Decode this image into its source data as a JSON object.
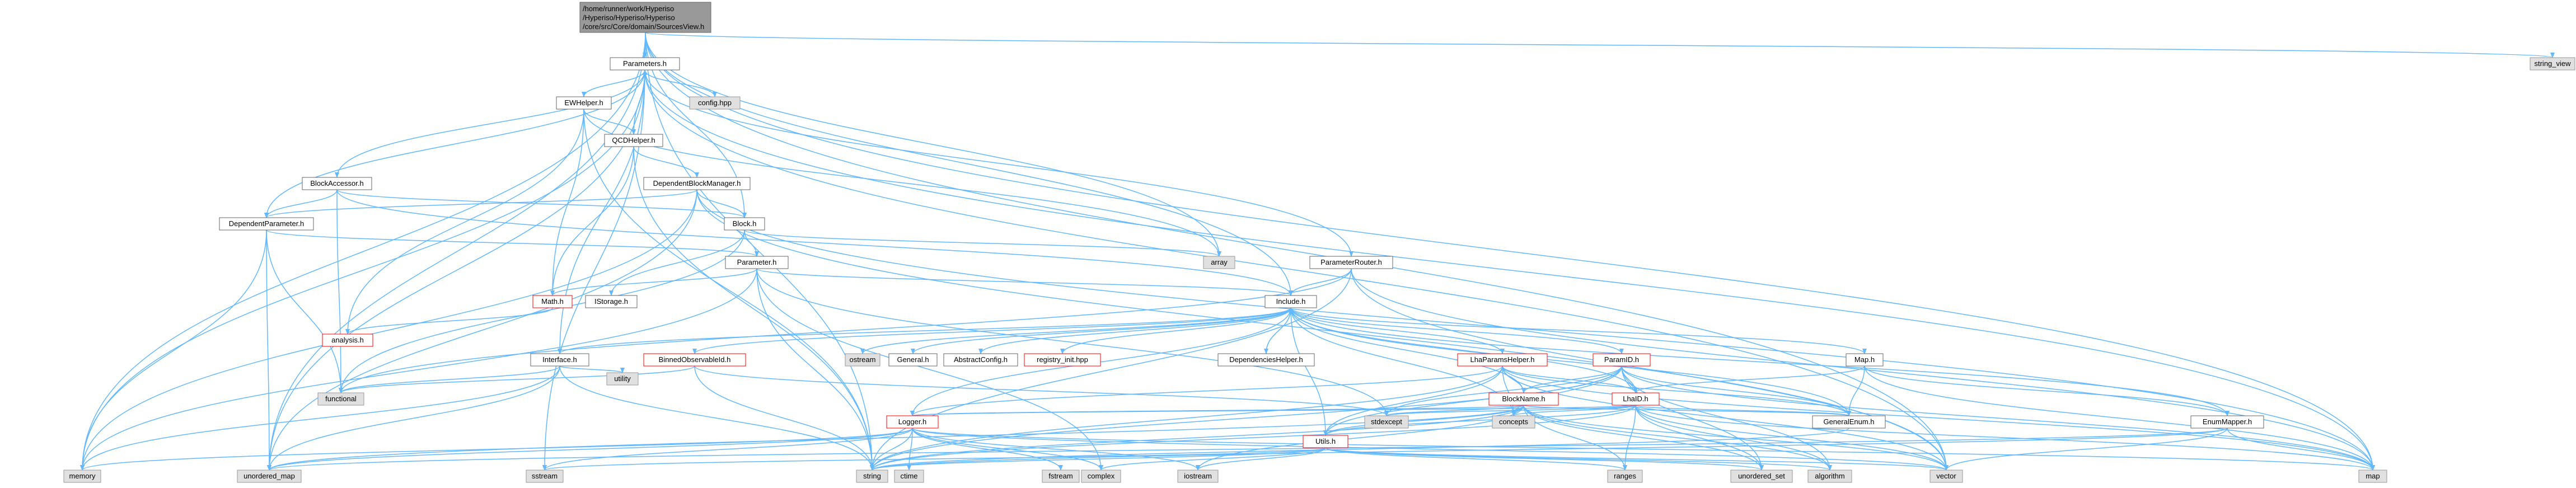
{
  "colors": {
    "edge": "#63b8ff",
    "root_fill": "#999999",
    "file_fill": "#ffffff",
    "file_border": "#666666",
    "truncated_border": "#ff0000",
    "system_fill": "#e0e0e0"
  },
  "diagram": {
    "root": {
      "line1": "/home/runner/work/Hyperiso",
      "line2": "/Hyperiso/Hyperiso/Hyperiso",
      "line3": "/core/src/Core/domain/SourcesView.h"
    },
    "nodes": {
      "parameters": "Parameters.h",
      "string_view": "string_view",
      "ewhelper": "EWHelper.h",
      "config_hpp": "config.hpp",
      "qcdhelper": "QCDHelper.h",
      "blockaccessor": "BlockAccessor.h",
      "dependentblockmanager": "DependentBlockManager.h",
      "dependentparameter": "DependentParameter.h",
      "block": "Block.h",
      "parameterrouter": "ParameterRouter.h",
      "array": "array",
      "parameter": "Parameter.h",
      "math": "Math.h",
      "istorage": "IStorage.h",
      "include": "Include.h",
      "analysis": "analysis.h",
      "interface": "Interface.h",
      "binnedobservableid": "BinnedObservableId.h",
      "ostream": "ostream",
      "general": "General.h",
      "abstractconfig": "AbstractConfig.h",
      "registry_init": "registry_init.hpp",
      "dependencieshelper": "DependenciesHelper.h",
      "lhaparamshelper": "LhaParamsHelper.h",
      "paramid": "ParamID.h",
      "map_h": "Map.h",
      "utility": "utility",
      "functional": "functional",
      "blockname": "BlockName.h",
      "lhaid": "LhaID.h",
      "stdexcept": "stdexcept",
      "concepts": "concepts",
      "logger": "Logger.h",
      "utils": "Utils.h",
      "generalenum": "GeneralEnum.h",
      "enummapper": "EnumMapper.h",
      "memory": "memory",
      "unordered_map": "unordered_map",
      "sstream": "sstream",
      "string": "string",
      "ctime": "ctime",
      "fstream": "fstream",
      "complex": "complex",
      "iostream": "iostream",
      "ranges": "ranges",
      "unordered_set": "unordered_set",
      "algorithm": "algorithm",
      "vector": "vector",
      "map": "map"
    }
  }
}
